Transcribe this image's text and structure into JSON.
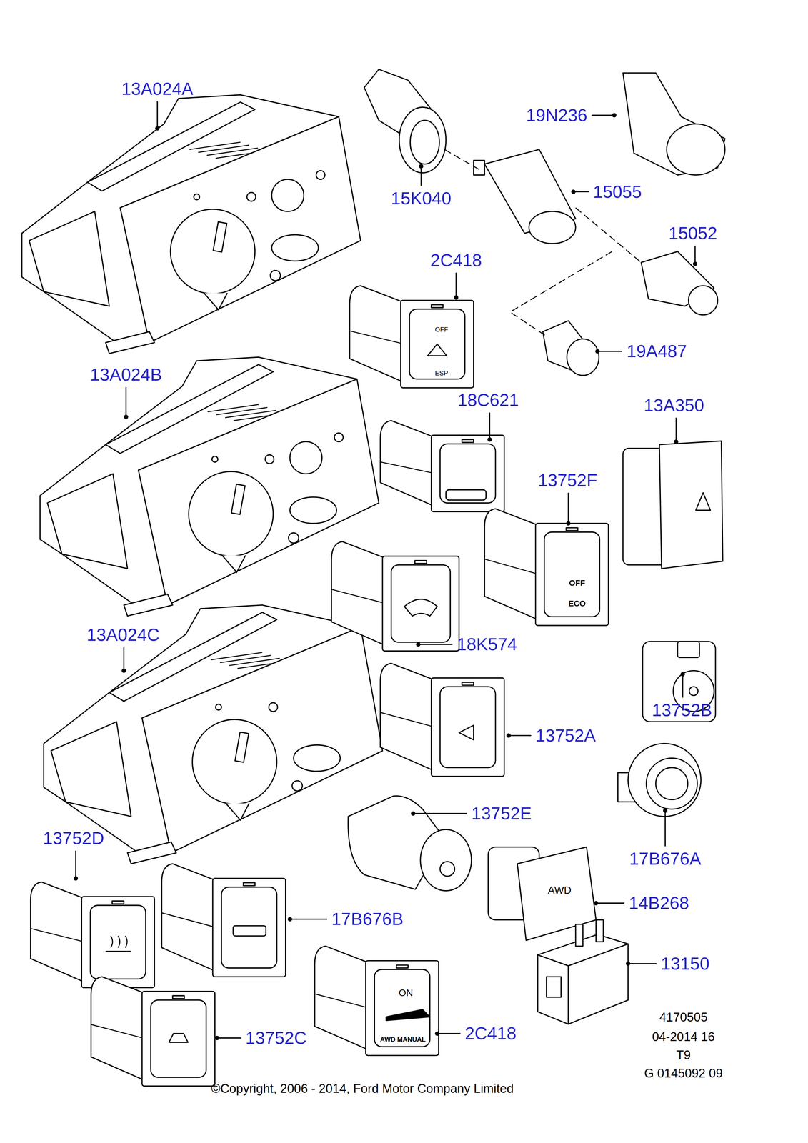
{
  "diagram": {
    "caption": "©Copyright, 2006 - 2014, Ford Motor Company Limited",
    "labels": [
      "13A024A",
      "19N236",
      "15K040",
      "15055",
      "15052",
      "2C418",
      "19A487",
      "13A024B",
      "18C621",
      "13A350",
      "13752F",
      "18K574",
      "13A024C",
      "13752B",
      "13752A",
      "13752E",
      "17B676A",
      "13752D",
      "17B676B",
      "14B268",
      "13150",
      "13752C",
      "2C418",
      "4170505",
      "04-2014 16",
      "T9",
      "G 0145092 09",
      "OFF",
      "ESP",
      "OFF",
      "ECO",
      "AWD",
      "ON",
      "AWD MANUAL"
    ]
  }
}
